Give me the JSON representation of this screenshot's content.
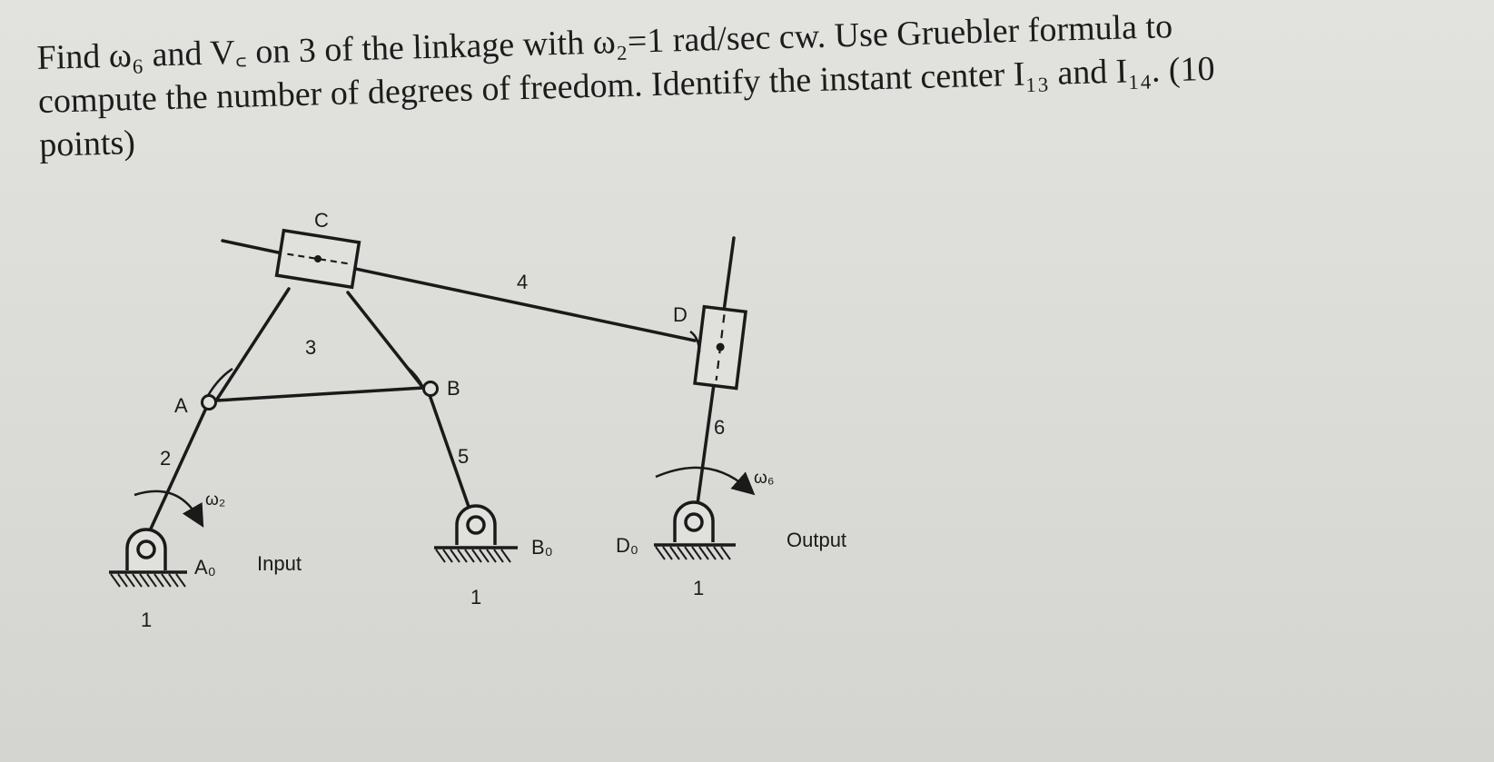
{
  "problem": {
    "line1": "Find ω₆ and V꜀ on 3 of the linkage with ω₂=1 rad/sec cw. Use Gruebler formula to",
    "line2": "compute the number of degrees of freedom. Identify the instant center I₁₃ and I₁₄. (10",
    "line3": "points)"
  },
  "labels": {
    "C": "C",
    "link4": "4",
    "D": "D",
    "link3": "3",
    "A": "A",
    "B": "B",
    "link2": "2",
    "link5": "5",
    "link6": "6",
    "omega2": "ω₂",
    "omega6": "ω₆",
    "A0": "A₀",
    "input": "Input",
    "B0": "B₀",
    "D0": "D₀",
    "output": "Output",
    "ground_a": "1",
    "ground_b": "1",
    "ground_d": "1"
  }
}
